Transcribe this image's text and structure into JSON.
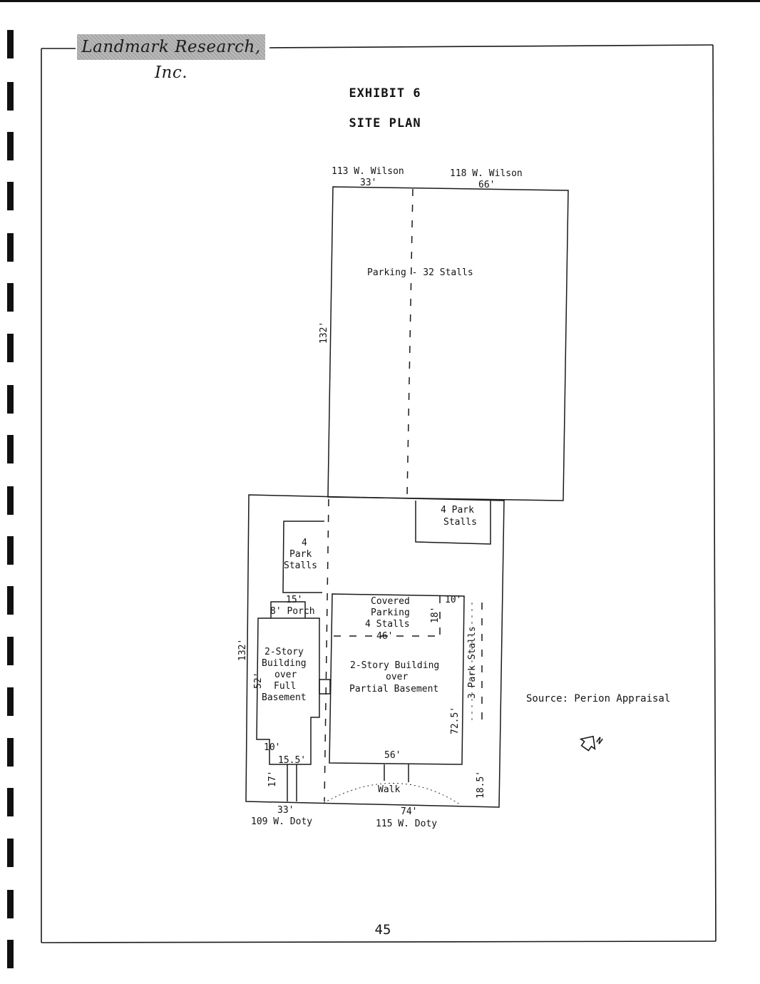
{
  "header": {
    "brand": "Landmark Research, Inc."
  },
  "title": "EXHIBIT 6",
  "subtitle": "SITE PLAN",
  "labels": {
    "addr_113_wilson": "113 W. Wilson",
    "addr_118_wilson": "118 W. Wilson",
    "dim_33_top": "33'",
    "dim_66_top": "66'",
    "parking_lot": "Parking - 32 Stalls",
    "dim_132_upper": "132'",
    "dim_132_lower": "132'",
    "park_stalls_right_1": "4 Park",
    "park_stalls_right_2": "Stalls",
    "park_stalls_left_1": "4",
    "park_stalls_left_2": "Park",
    "park_stalls_left_3": "Stalls",
    "dim_15": "15'",
    "porch": "8' Porch",
    "covered_1": "Covered",
    "covered_2": "Parking",
    "covered_3": "4 Stalls",
    "dim_10_top": "10'",
    "dim_18": "18'",
    "dim_46": "46'",
    "bldg_left_1": "2-Story",
    "bldg_left_2": "Building",
    "bldg_left_3": "over",
    "bldg_left_4": "Full",
    "bldg_left_5": "Basement",
    "dim_52": "52'",
    "bldg_main_1": "2-Story Building",
    "bldg_main_2": "over",
    "bldg_main_3": "Partial Basement",
    "park_stalls_3": "3 Park Stalls",
    "dim_72_5": "72.5'",
    "dim_10_bottom": "10'",
    "dim_15_5": "15.5'",
    "dim_56": "56'",
    "dim_17": "17'",
    "walk": "Walk",
    "dim_18_5": "18.5'",
    "dim_33_bottom": "33'",
    "addr_109_doty": "109 W. Doty",
    "dim_74": "74'",
    "addr_115_doty": "115 W. Doty",
    "north_letter": "N"
  },
  "source": "Source: Perion Appraisal",
  "page_number": "45"
}
